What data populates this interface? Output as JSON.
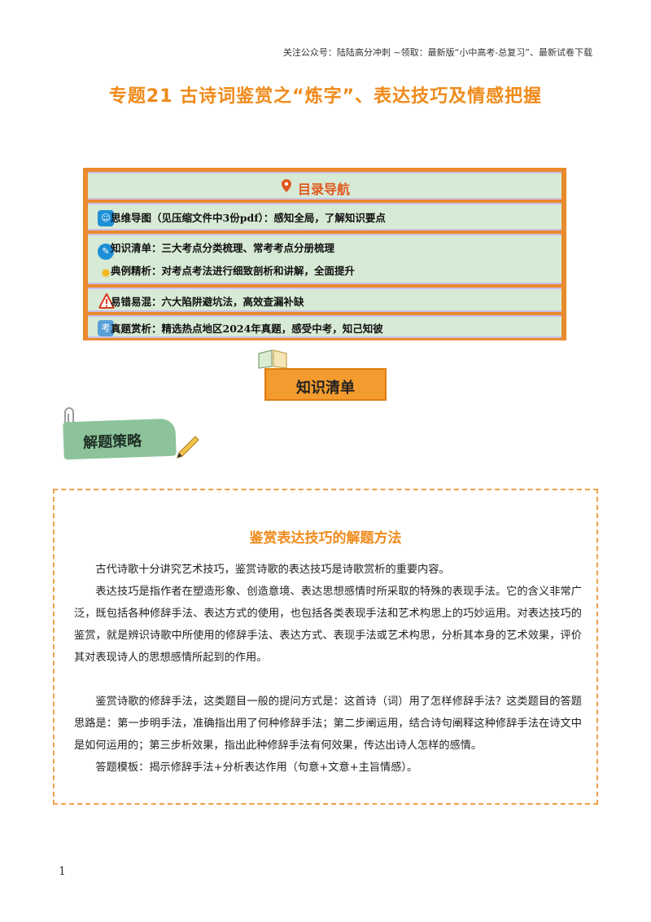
{
  "header": {
    "note": "关注公众号：陆陆高分冲刺  ~领取：最新版“小中高考-总复习”、最新试卷下载",
    "title": "专题21  古诗词鉴赏之“炼字”、表达技巧及情感把握"
  },
  "toc": {
    "title": "目录导航",
    "items": [
      {
        "key": "思维导图",
        "text": "（见压缩文件中3份pdf）：感知全局，了解知识要点",
        "icon": "brain-icon"
      },
      {
        "key": "知识清单",
        "text": "：三大考点分类梳理、常考考点分册梳理",
        "icon": "pen-icon"
      },
      {
        "key": "典例精析",
        "text": "：对考点考法进行细致剖析和讲解，全面提升",
        "icon": "lightbulb-icon"
      },
      {
        "key": "易错易混",
        "text": "：六大陷阱避坑法，高效查漏补缺",
        "icon": "warning-icon"
      },
      {
        "key": "真题赏析",
        "text": "：精选热点地区2024年真题，感受中考，知己知彼",
        "icon": "exam-icon",
        "icon_text": "考"
      }
    ]
  },
  "banner": {
    "label": "知识清单"
  },
  "strategy": {
    "label": "解题策略"
  },
  "content": {
    "heading": "鉴赏表达技巧的解题方法",
    "paragraphs": [
      "古代诗歌十分讲究艺术技巧，鉴赏诗歌的表达技巧是诗歌赏析的重要内容。",
      "表达技巧是指作者在塑造形象、创造意境、表达思想感情时所采取的特殊的表现手法。它的含义非常广泛，既包括各种修辞手法、表达方式的使用，也包括各类表现手法和艺术构思上的巧妙运用。对表达技巧的鉴赏，就是辨识诗歌中所使用的修辞手法、表达方式、表现手法或艺术构思，分析其本身的艺术效果，评价其对表现诗人的思想感情所起到的作用。",
      "鉴赏诗歌的修辞手法，这类题目一般的提问方式是：这首诗（词）用了怎样修辞手法？这类题目的答题思路是：第一步明手法，准确指出用了何种修辞手法；第二步阐运用，结合诗句阐释这种修辞手法在诗文中是如何运用的；第三步析效果，指出此种修辞手法有何效果，传达出诗人怎样的感情。",
      "答题模板：揭示修辞手法+分析表达作用（句意+文意+主旨情感）。"
    ]
  },
  "footer": {
    "page": "1"
  },
  "colors": {
    "accent": "#f08a1a",
    "toc_bg": "#d7ead5",
    "toc_border": "#e98a2c",
    "tag_green": "#8cc39a"
  }
}
